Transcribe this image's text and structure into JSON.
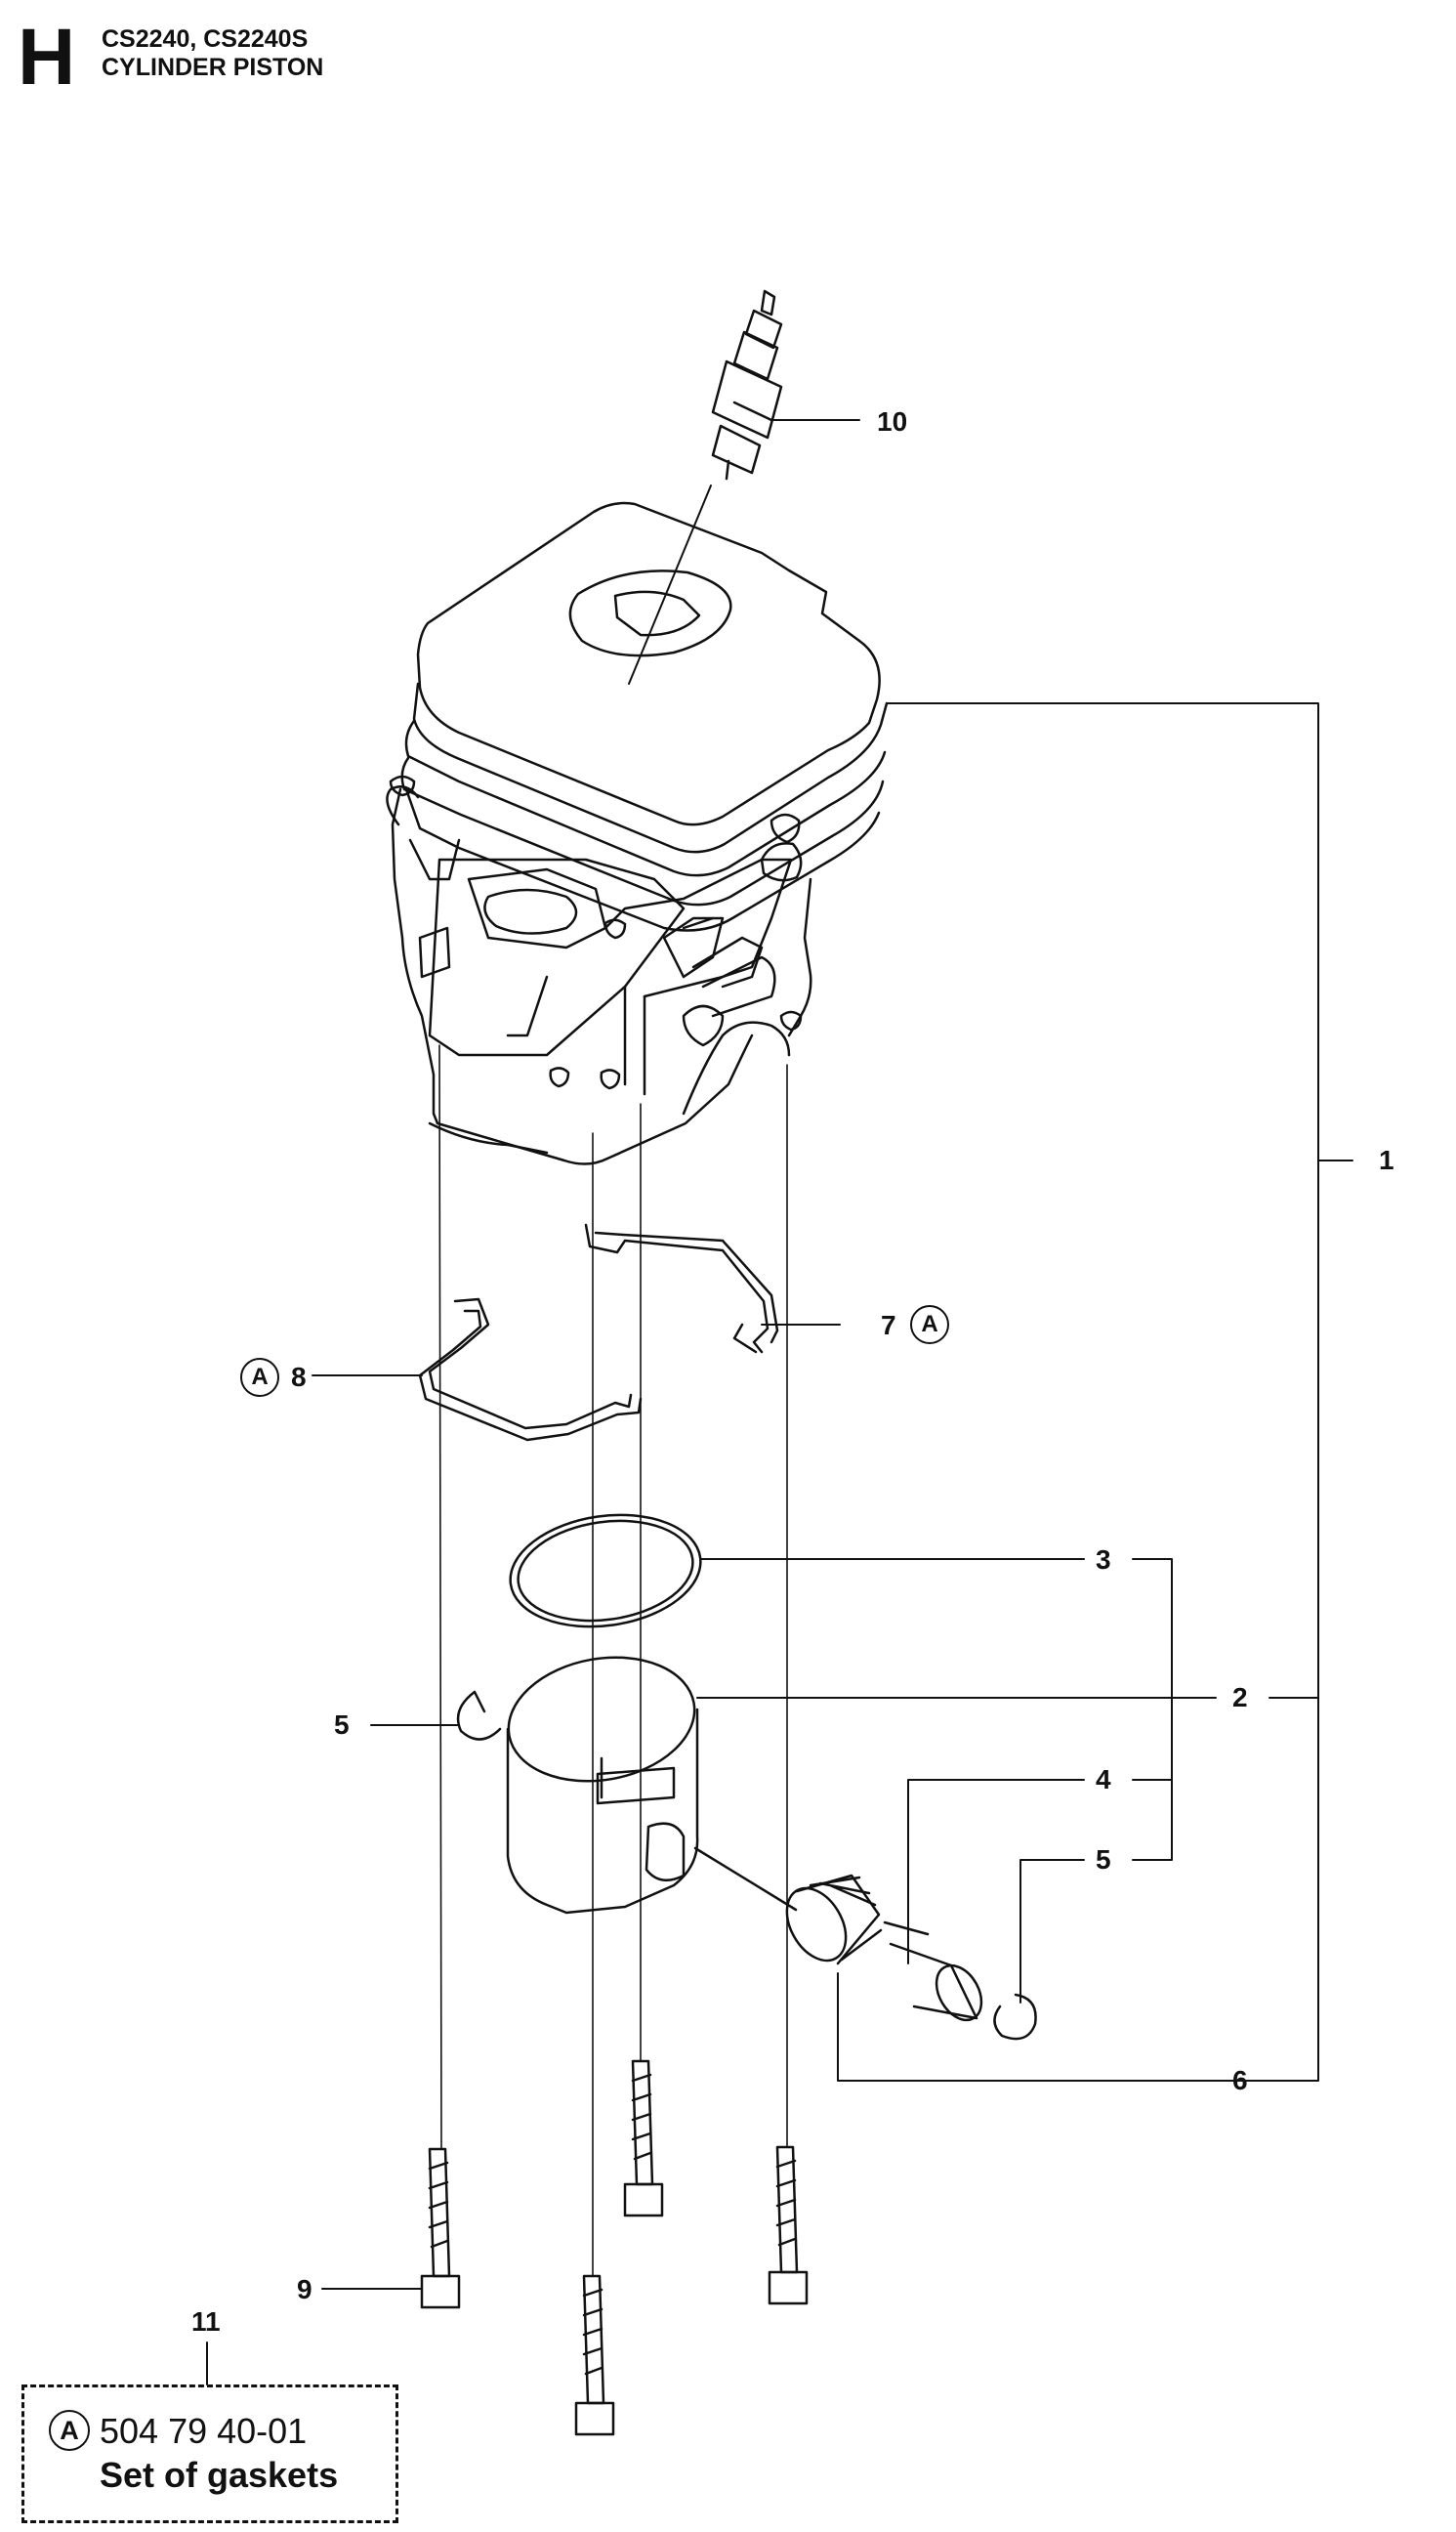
{
  "header": {
    "section_letter": "H",
    "models": "CS2240, CS2240S",
    "title": "CYLINDER PISTON"
  },
  "parts": [
    {
      "id": "spark-plug",
      "callout": "10"
    },
    {
      "id": "cylinder",
      "callout": "1"
    },
    {
      "id": "gasket-upper",
      "callout": "7",
      "kit_marker": "A"
    },
    {
      "id": "gasket-lower",
      "callout": "8",
      "kit_marker": "A"
    },
    {
      "id": "piston-ring",
      "callout": "3"
    },
    {
      "id": "piston",
      "callout": "2"
    },
    {
      "id": "circlip-left",
      "callout": "5"
    },
    {
      "id": "piston-pin",
      "callout": "4"
    },
    {
      "id": "circlip-right",
      "callout": "5"
    },
    {
      "id": "needle-bearing",
      "callout": "6"
    },
    {
      "id": "cylinder-screw",
      "callout": "9"
    },
    {
      "id": "gasket-kit",
      "callout": "11"
    }
  ],
  "gasket_kit": {
    "marker": "A",
    "part_number": "504 79 40-01",
    "description": "Set of gaskets"
  }
}
